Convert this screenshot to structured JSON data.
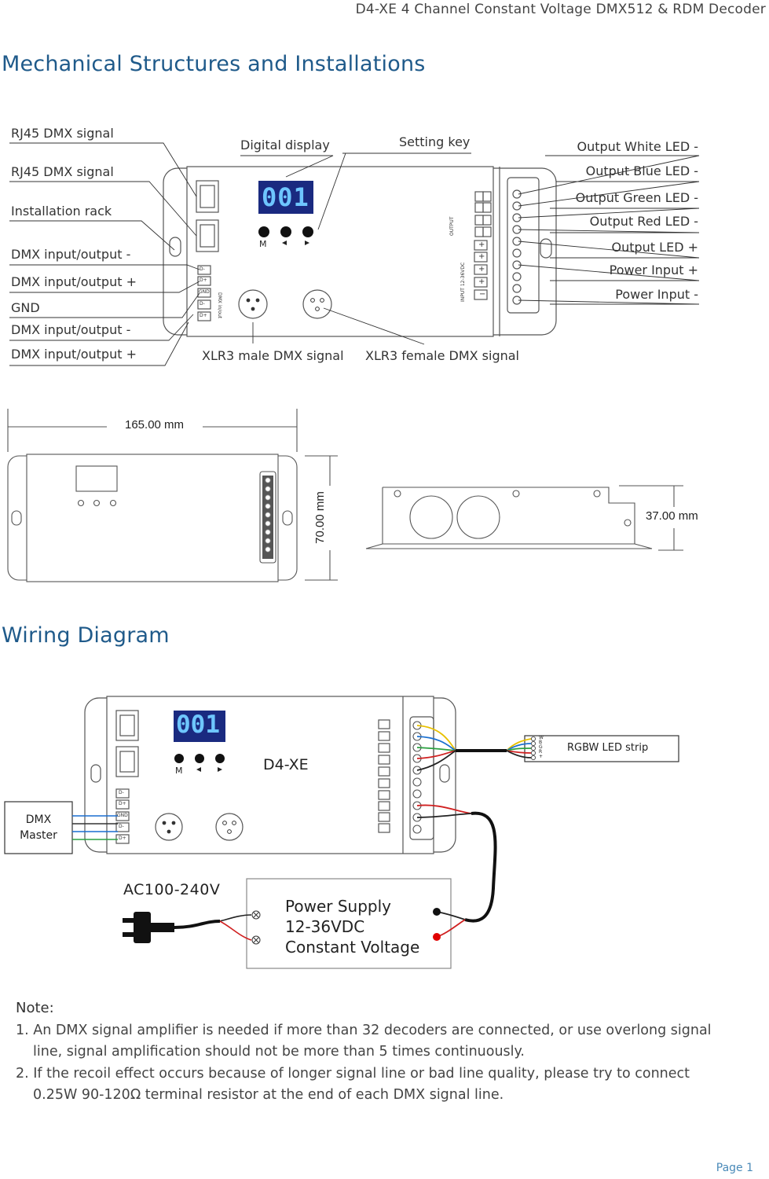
{
  "header": {
    "title": "D4-XE  4 Channel Constant Voltage DMX512 & RDM Decoder"
  },
  "sections": {
    "mechanical": "Mechanical Structures and Installations",
    "wiring": "Wiring Diagram"
  },
  "callouts": {
    "rj45_1": "RJ45 DMX signal",
    "rj45_2": "RJ45 DMX signal",
    "rack": "Installation rack",
    "dmx_minus_1": "DMX input/output -",
    "dmx_plus_1": "DMX input/output +",
    "gnd": "GND",
    "dmx_minus_2": "DMX input/output -",
    "dmx_plus_2": "DMX input/output +",
    "digital_display": "Digital display",
    "setting_key": "Setting key",
    "xlr_male": "XLR3 male DMX signal",
    "xlr_female": "XLR3 female DMX signal",
    "out_white": "Output White LED -",
    "out_blue": "Output Blue LED -",
    "out_green": "Output Green LED -",
    "out_red": "Output Red LED -",
    "out_led_plus": "Output LED +",
    "power_plus": "Power Input +",
    "power_minus": "Power Input -"
  },
  "device": {
    "display": "001",
    "key_m": "M",
    "model": "D4-XE",
    "terminal_labels": [
      "D-",
      "D+",
      "GND",
      "D-",
      "D+"
    ],
    "dmx_inout_label": "DMX in/out",
    "output_label": "OUTPUT",
    "input_label": "INPUT 12-36VDC"
  },
  "dimensions": {
    "length": "165.00 mm",
    "width": "70.00 mm",
    "height": "37.00 mm"
  },
  "wiring": {
    "dmx_master": [
      "DMX",
      "Master"
    ],
    "led_strip": "RGBW LED strip",
    "strip_pins": [
      "W",
      "B",
      "G",
      "R",
      "+"
    ],
    "ac_label": "AC100-240V",
    "power_supply": [
      "Power Supply",
      "12-36VDC",
      "Constant Voltage"
    ]
  },
  "colors": {
    "title_blue": "#1f5a8a",
    "display_bg": "#1a2a80",
    "display_digits": "#6ec6ff",
    "page_blue": "#4a8ab8"
  },
  "notes": {
    "heading": "Note:",
    "items": [
      "1. An DMX signal amplifier is needed if more than 32 decoders are connected, or use overlong signal line, signal amplification should not be more than 5 times continuously.",
      "2. If the recoil effect occurs because of longer signal line or bad line quality, please try to connect 0.25W 90-120Ω terminal resistor at the end of each DMX signal line."
    ]
  },
  "footer": {
    "page": "Page 1"
  }
}
